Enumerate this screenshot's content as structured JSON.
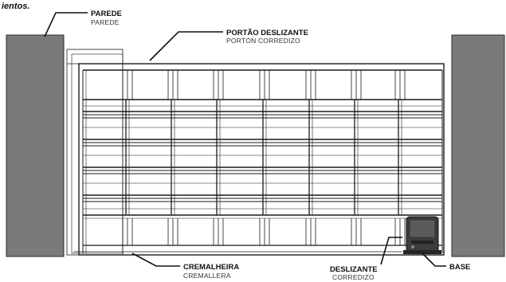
{
  "caption": "ientos.",
  "labels": {
    "wall": {
      "main": "PAREDE",
      "sub": "PAREDE"
    },
    "gate": {
      "main": "PORTÃO DESLIZANTE",
      "sub": "PORTÓN CORREDIZO"
    },
    "rack": {
      "main": "CREMALHEIRA",
      "sub": "CREMALLERA"
    },
    "slider": {
      "main": "DESLIZANTE",
      "sub": "CORREDIZO"
    },
    "base": {
      "main": "BASE"
    }
  },
  "colors": {
    "wall": "#7a7a7a",
    "wall_stroke": "#2b2b2b",
    "line": "#1a1a1a",
    "motor": "#3c3c3c"
  }
}
